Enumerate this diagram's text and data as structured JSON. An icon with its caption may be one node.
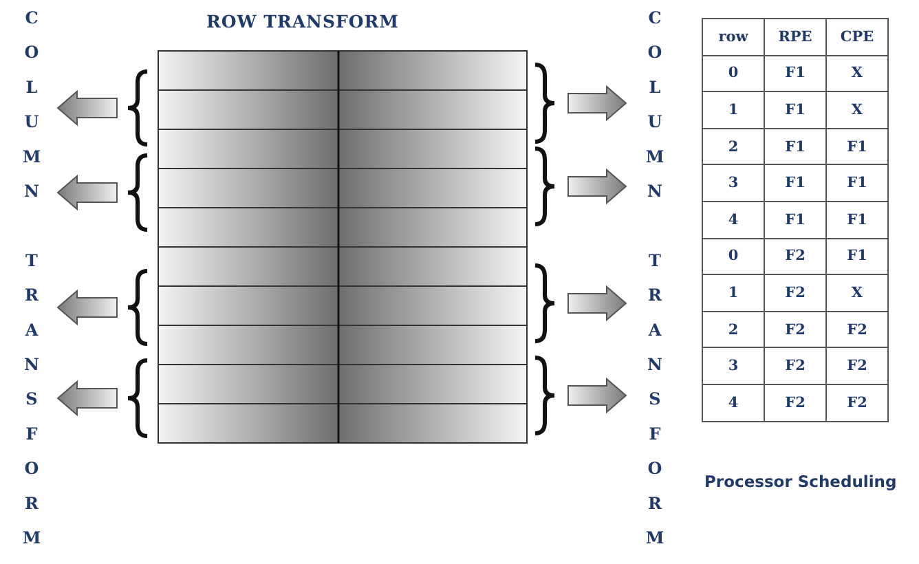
{
  "diagram": {
    "title": "ROW TRANSFORM",
    "caption": "Processor Scheduling",
    "labels": [
      "COLUMN TRANSFORM",
      "COLUMN TRANSFORM",
      "row",
      "RPE",
      "CPE",
      "0",
      "F1",
      "X",
      "1",
      "F1",
      "X",
      "2",
      "F1",
      "F1",
      "3",
      "F1",
      "F1",
      "4",
      "F1",
      "F1",
      "0",
      "F2",
      "F1",
      "1",
      "F2",
      "X",
      "2",
      "F2",
      "F2",
      "3",
      "F2",
      "F2",
      "4",
      "F2",
      "F2"
    ]
  }
}
